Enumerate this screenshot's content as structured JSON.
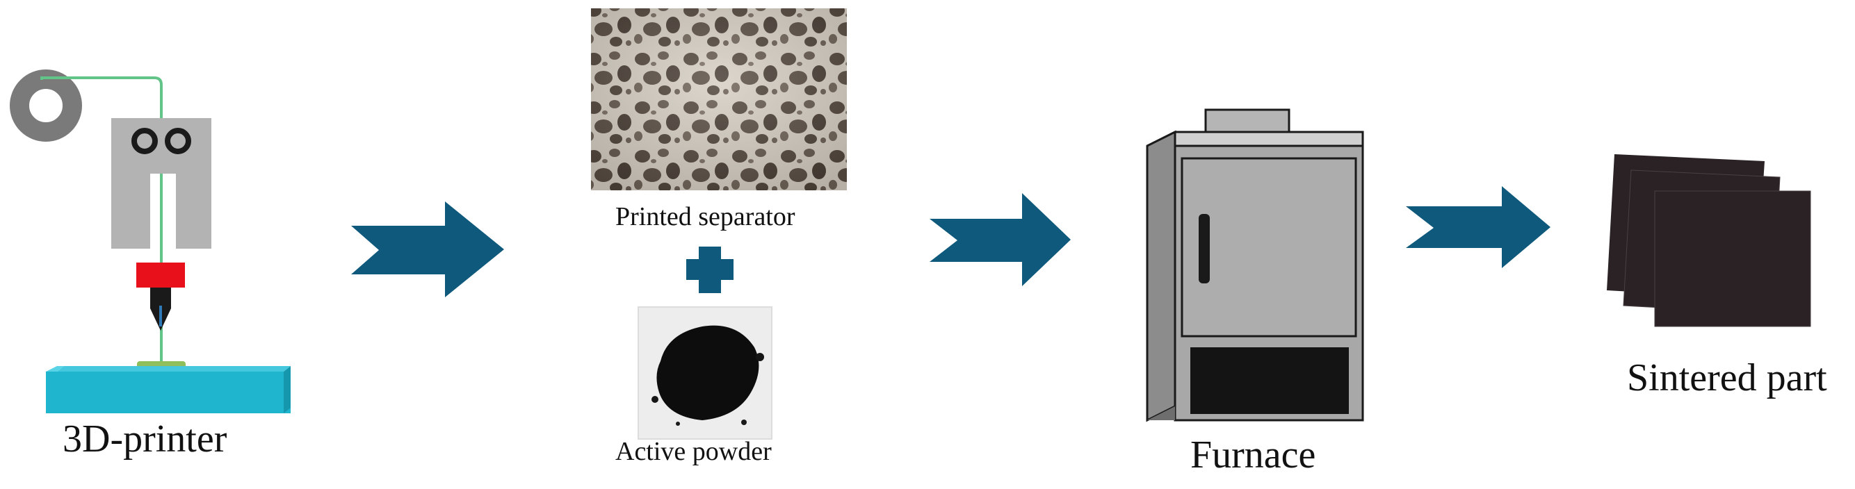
{
  "steps": {
    "printer": {
      "label": "3D-printer"
    },
    "separator": {
      "label": "Printed separator"
    },
    "powder": {
      "label": "Active powder"
    },
    "furnace": {
      "label": "Furnace"
    },
    "sintered": {
      "label": "Sintered part"
    }
  },
  "colors": {
    "arrow": "#0f5a7c",
    "print_bed": "#1fb5cf",
    "filament": "#63c48a",
    "hotend": "#e8101a",
    "printer_frame": "#b3b3b3",
    "furnace_body": "#a8a8a8",
    "separator_foam": "#d9d2c6",
    "sintered_sheet": "#2a2224"
  },
  "icons": {
    "printer": "3d-printer-icon",
    "separator": "porous-separator-photo",
    "plus": "plus-icon",
    "powder": "black-powder-photo",
    "furnace": "furnace-icon",
    "sintered": "sintered-sheets-icon",
    "arrow": "chevron-arrow-icon"
  }
}
